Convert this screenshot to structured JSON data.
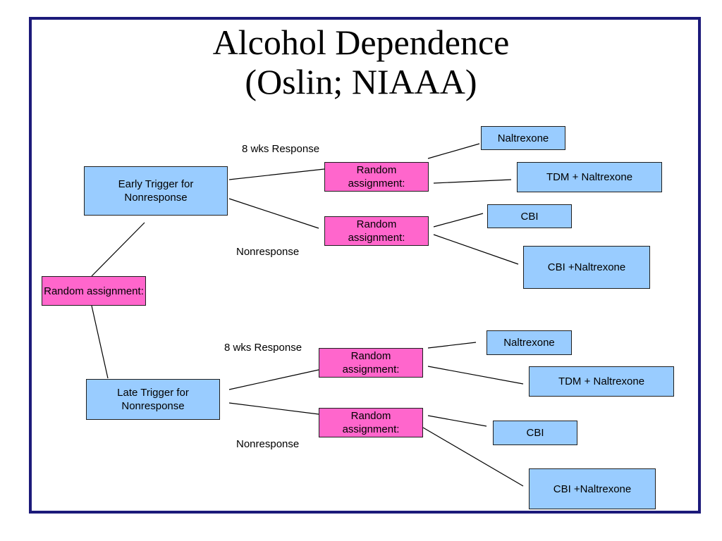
{
  "slide": {
    "title_line1": "Alcohol Dependence",
    "title_line2": "(Oslin; NIAAA)"
  },
  "colors": {
    "frame_border": "#1c1a7a",
    "treatment_box": "#99ccff",
    "randomization_box": "#ff66cc",
    "connector": "#000000"
  },
  "nodes": {
    "root_randomization": "Random assignment:",
    "early_trigger": "Early Trigger for Nonresponse",
    "late_trigger": "Late Trigger for Nonresponse",
    "early_response_randomization": "Random assignment:",
    "early_nonresponse_randomization": "Random assignment:",
    "late_response_randomization": "Random assignment:",
    "late_nonresponse_randomization": "Random assignment:",
    "early_response_opt1": "Naltrexone",
    "early_response_opt2": "TDM + Naltrexone",
    "early_nonresponse_opt1": "CBI",
    "early_nonresponse_opt2": "CBI +Naltrexone",
    "late_response_opt1": "Naltrexone",
    "late_response_opt2": "TDM + Naltrexone",
    "late_nonresponse_opt1": "CBI",
    "late_nonresponse_opt2": "CBI +Naltrexone"
  },
  "edge_labels": {
    "early_response": "8 wks Response",
    "early_nonresponse": "Nonresponse",
    "late_response": "8 wks Response",
    "late_nonresponse": "Nonresponse"
  }
}
